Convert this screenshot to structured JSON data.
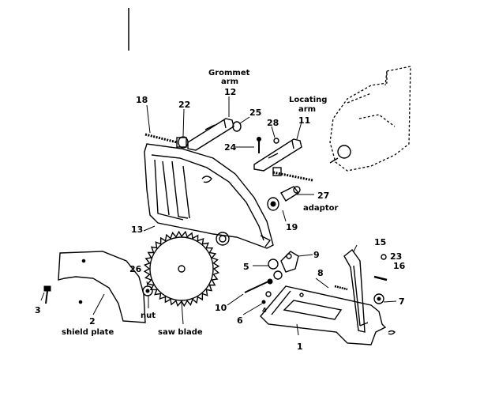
{
  "callouts": [
    {
      "id": "n1",
      "text": "1"
    },
    {
      "id": "n2",
      "text": "2"
    },
    {
      "id": "n3",
      "text": "3"
    },
    {
      "id": "n4",
      "text": "4"
    },
    {
      "id": "n5",
      "text": "5"
    },
    {
      "id": "n6",
      "text": "6"
    },
    {
      "id": "n7",
      "text": "7"
    },
    {
      "id": "n8",
      "text": "8"
    },
    {
      "id": "n9",
      "text": "9"
    },
    {
      "id": "n10",
      "text": "10"
    },
    {
      "id": "n11",
      "text": "11"
    },
    {
      "id": "n12",
      "text": "12"
    },
    {
      "id": "n13",
      "text": "13"
    },
    {
      "id": "n15",
      "text": "15"
    },
    {
      "id": "n16",
      "text": "16"
    },
    {
      "id": "n18",
      "text": "18"
    },
    {
      "id": "n19",
      "text": "19"
    },
    {
      "id": "n22",
      "text": "22"
    },
    {
      "id": "n23",
      "text": "23"
    },
    {
      "id": "n24",
      "text": "24"
    },
    {
      "id": "n25",
      "text": "25"
    },
    {
      "id": "n26",
      "text": "26"
    },
    {
      "id": "n27",
      "text": "27"
    },
    {
      "id": "n28",
      "text": "28"
    }
  ],
  "labels": {
    "grommet_1": "Grommet",
    "grommet_2": "arm",
    "locating_1": "Locating",
    "locating_2": "arm",
    "adaptor": "adaptor",
    "nut": "nut",
    "saw_blade": "saw blade",
    "shield_plate": "shield plate"
  }
}
